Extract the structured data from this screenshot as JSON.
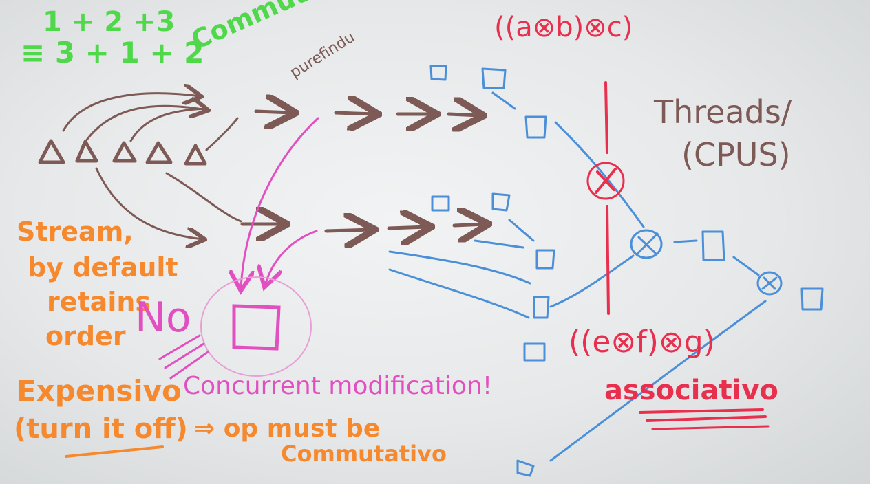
{
  "colors": {
    "green": "#4fd84a",
    "orange": "#f6892e",
    "magenta": "#e24fc0",
    "red": "#e8304e",
    "brown": "#7d5a55",
    "blue": "#4a8fd8",
    "board": "#eceeef"
  },
  "notes": {
    "sum_line1": "1 + 2 +3",
    "sum_line2": "≡ 3 + 1 + 2",
    "commutative": "Commutativ",
    "parallel": "purefindu",
    "assoc_top": "((a⊗b)⊗c)",
    "threads": "Threads/",
    "cpus": "(CPUS)",
    "stream_1": "Stream,",
    "stream_2": "by default",
    "stream_3": "retains",
    "stream_4": "order",
    "no": "No",
    "expensive": "Expensivo",
    "turn_off": "(turn it off)",
    "implies": "⇒ op must be",
    "commutative_2": "Commutativo",
    "concurrent": "Concurrent modification!",
    "assoc_bottom": "((e⊗f)⊗g)",
    "associative": "associativo",
    "combine_symbol": "⊗"
  }
}
